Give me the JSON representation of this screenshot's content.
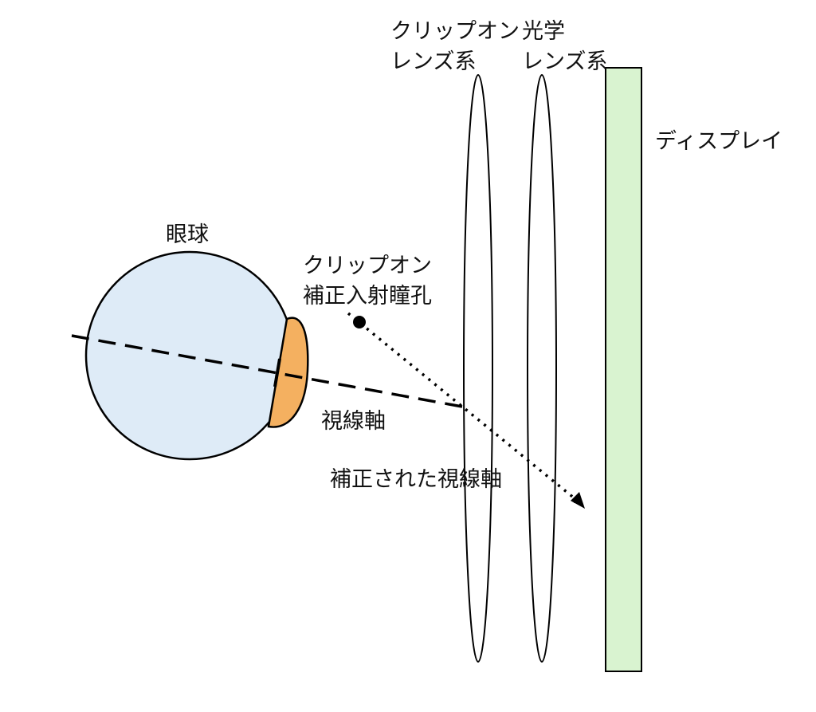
{
  "labels": {
    "clipon_lens_line1": "クリップオン",
    "clipon_lens_line2": "レンズ系",
    "optical_lens_line1": "光学",
    "optical_lens_line2": "レンズ系",
    "display": "ディスプレイ",
    "eyeball": "眼球",
    "pupil_line1": "クリップオン",
    "pupil_line2": "補正入射瞳孔",
    "visual_axis": "視線軸",
    "corrected_axis": "補正された視線軸"
  },
  "colors": {
    "eyeball": "#deebf7",
    "cornea": "#f4b060",
    "display": "#d9f3d0"
  }
}
